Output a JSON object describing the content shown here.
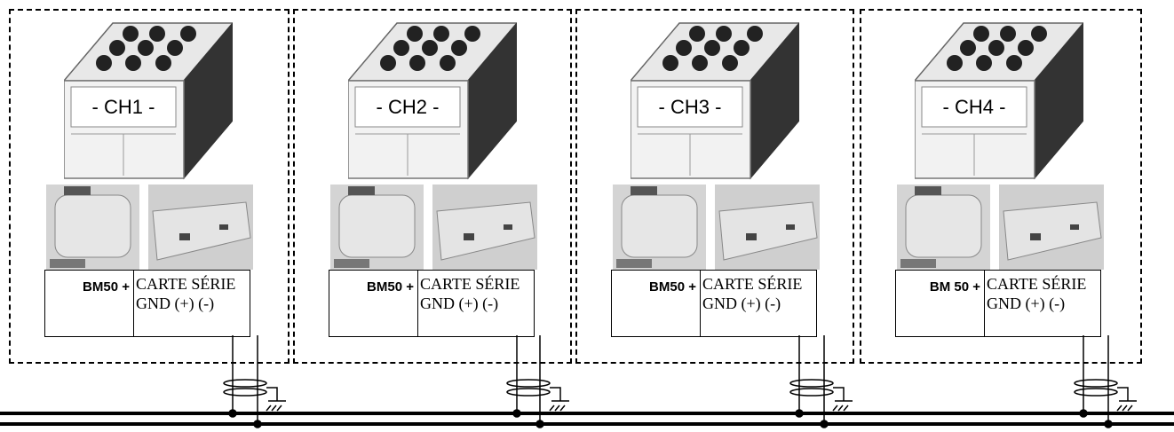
{
  "units": [
    {
      "name": "- CH1 -",
      "controller": "BM50 +",
      "card_line1": "CARTE SÉRIE",
      "card_line2": "GND (+) (-)"
    },
    {
      "name": "- CH2 -",
      "controller": "BM50 +",
      "card_line1": "CARTE SÉRIE",
      "card_line2": "GND (+) (-)"
    },
    {
      "name": "- CH3 -",
      "controller": "BM50 +",
      "card_line1": "CARTE SÉRIE",
      "card_line2": "GND (+) (-)"
    },
    {
      "name": "- CH4 -",
      "controller": "BM 50 +",
      "card_line1": "CARTE SÉRIE",
      "card_line2": "GND (+) (-)"
    }
  ],
  "icons": [
    "chiller-unit-icon",
    "controller-board-icon",
    "serial-card-icon",
    "ground-icon",
    "shield-icon"
  ]
}
